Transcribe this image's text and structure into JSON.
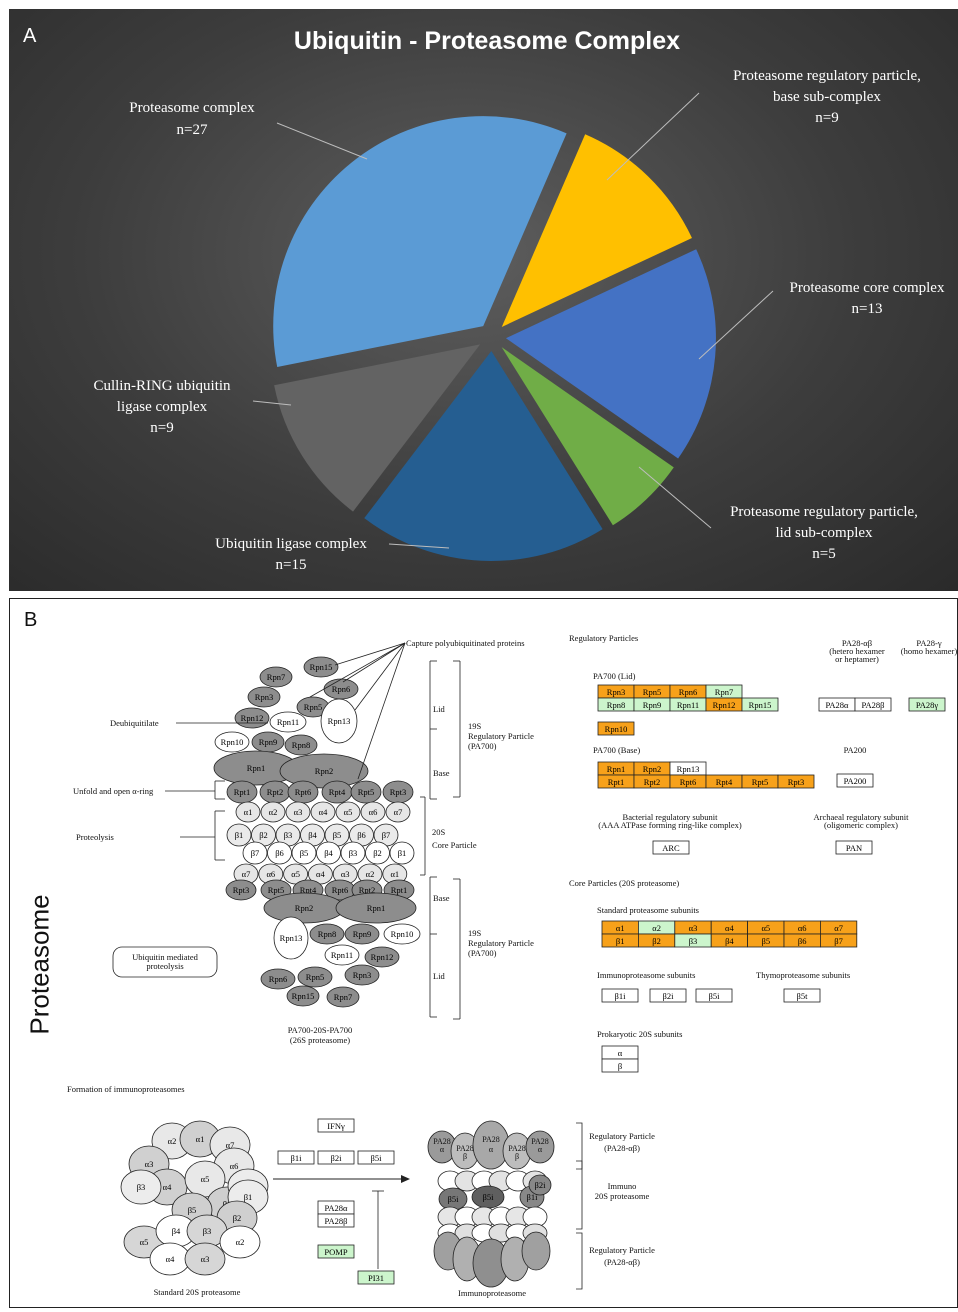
{
  "panel_a": {
    "letter": "A",
    "chart_data": {
      "type": "pie",
      "title": "Ubiquitin  - Proteasome  Complex",
      "slices": [
        {
          "name": "Proteasome regulatory particle, base sub-complex",
          "value": 9,
          "n_label": "n=9",
          "color": "#ffc000"
        },
        {
          "name": "Proteasome core complex",
          "value": 13,
          "n_label": "n=13",
          "color": "#4472c4"
        },
        {
          "name": "Proteasome regulatory particle, lid sub-complex",
          "value": 5,
          "n_label": "n=5",
          "color": "#70ad47"
        },
        {
          "name": "Ubiquitin ligase complex",
          "value": 15,
          "n_label": "n=15",
          "color": "#255e91"
        },
        {
          "name": "Cullin-RING ubiquitin ligase complex",
          "value": 9,
          "n_label": "n=9",
          "color": "#636363"
        },
        {
          "name": "Proteasome complex",
          "value": 27,
          "n_label": "n=27",
          "color": "#5b9bd5"
        }
      ],
      "labels": {
        "base_l1": "Proteasome regulatory particle,",
        "base_l2": "base sub-complex",
        "core_l1": "Proteasome core complex",
        "lid_l1": "Proteasome regulatory particle,",
        "lid_l2": "lid sub-complex",
        "ubl_l1": "Ubiquitin ligase complex",
        "crl_l1": "Cullin-RING ubiquitin",
        "crl_l2": "ligase complex",
        "pc_l1": "Proteasome complex"
      }
    }
  },
  "panel_b": {
    "letter": "B",
    "side_label": "Proteasome",
    "left": {
      "capture": "Capture polyubiquitinated proteins",
      "deubiquitilate": "Deubiquitilate",
      "unfold": "Unfold and open α-ring",
      "proteolysis": "Proteolysis",
      "lid": "Lid",
      "base": "Base",
      "rp_19s": [
        "19S",
        "Regulatory Particle",
        "(PA700)"
      ],
      "cp_20s": [
        "20S",
        "Core Particle"
      ],
      "ubiq_mediated": [
        "Ubiquitin mediated",
        "proteolysis"
      ],
      "caption": [
        "PA700-20S-PA700",
        "(26S proteasome)"
      ],
      "top_cap": [
        "Rpn7",
        "Rpn15",
        "Rpn3",
        "Rpn6",
        "Rpn5",
        "Rpn12",
        "Rpn11",
        "Rpn13",
        "Rpn10",
        "Rpn9",
        "Rpn8",
        "Rpn1",
        "Rpn2"
      ],
      "rpt_top": [
        "Rpt1",
        "Rpt2",
        "Rpt6",
        "Rpt4",
        "Rpt5",
        "Rpt3"
      ],
      "alpha_top": [
        "α1",
        "α2",
        "α3",
        "α4",
        "α5",
        "α6",
        "α7"
      ],
      "beta_top": [
        "β1",
        "β2",
        "β3",
        "β4",
        "β5",
        "β6",
        "β7"
      ],
      "beta_bot": [
        "β7",
        "β6",
        "β5",
        "β4",
        "β3",
        "β2",
        "β1"
      ],
      "alpha_bot": [
        "α7",
        "α6",
        "α5",
        "α4",
        "α3",
        "α2",
        "α1"
      ],
      "rpt_bot": [
        "Rpt3",
        "Rpt5",
        "Rpt4",
        "Rpt6",
        "Rpt2",
        "Rpt1"
      ],
      "bot_cap": [
        "Rpn2",
        "Rpn1",
        "Rpn13",
        "Rpn8",
        "Rpn9",
        "Rpn10",
        "Rpn11",
        "Rpn12",
        "Rpn6",
        "Rpn5",
        "Rpn3",
        "Rpn15",
        "Rpn7"
      ]
    },
    "right": {
      "reg_particles": "Regulatory Particles",
      "pa700_lid": "PA700 (Lid)",
      "lid_row1": [
        "Rpn3",
        "Rpn5",
        "Rpn6",
        "Rpn7"
      ],
      "lid_row2": [
        "Rpn8",
        "Rpn9",
        "Rpn11",
        "Rpn12",
        "Rpn15"
      ],
      "lid_row3": [
        "Rpn10"
      ],
      "pa28ab": [
        "PA28-αβ",
        "(hetero hexamer",
        "or heptamer)"
      ],
      "pa28g": [
        "PA28-γ",
        "(homo hexamer)"
      ],
      "pa28_boxes": [
        "PA28α",
        "PA28β",
        "PA28γ"
      ],
      "pa700_base": "PA700 (Base)",
      "base_row1": [
        "Rpn1",
        "Rpn2",
        "Rpn13"
      ],
      "base_row2": [
        "Rpt1",
        "Rpt2",
        "Rpt6",
        "Rpt4",
        "Rpt5",
        "Rpt3"
      ],
      "pa200": "PA200",
      "bact": [
        "Bacterial regulatory subunit",
        "(AAA ATPase forming ring-like complex)"
      ],
      "arch": [
        "Archaeal regulatory subunit",
        "(oligomeric complex)"
      ],
      "arc": "ARC",
      "pan": "PAN",
      "core_particles": "Core Particles (20S proteasome)",
      "standard": "Standard proteasome subunits",
      "std_alpha": [
        "α1",
        "α2",
        "α3",
        "α4",
        "α5",
        "α6",
        "α7"
      ],
      "std_beta": [
        "β1",
        "β2",
        "β3",
        "β4",
        "β5",
        "β6",
        "β7"
      ],
      "immuno": "Immunoproteasome subunits",
      "immuno_boxes": [
        "β1i",
        "β2i",
        "β5i"
      ],
      "thymo": "Thymoproteasome subunits",
      "thymo_box": "β5t",
      "prok": "Prokaryotic 20S subunits",
      "prok_boxes": [
        "α",
        "β"
      ]
    },
    "bottom": {
      "formation": "Formation of immunoproteasomes",
      "std20s": "Standard 20S proteasome",
      "immunoprot": "Immunoproteasome",
      "ifng": "IFNγ",
      "ib": [
        "β1i",
        "β2i",
        "β5i"
      ],
      "pa28": [
        "PA28α",
        "PA28β"
      ],
      "pomp": "POMP",
      "pi31": "PI31",
      "rp_top": [
        "Regulatory Particle",
        "(PA28-αβ)"
      ],
      "immuno20s": [
        "Immuno",
        "20S proteasome"
      ],
      "rp_bot": [
        "Regulatory Particle",
        "(PA28-αβ)"
      ],
      "std_ring1": [
        "α2",
        "α1",
        "α7",
        "α3",
        "α6",
        "α4",
        "α5"
      ],
      "std_ring2": [
        "β3",
        "β6",
        "β7",
        "β5",
        "β1",
        "β2"
      ],
      "std_ring3": [
        "α5",
        "β4",
        "β3",
        "α4",
        "α3",
        "α2"
      ],
      "imm_top": [
        "PA28",
        "α",
        "PA28",
        "β",
        "PA28",
        "α",
        "PA28",
        "β",
        "PA28",
        "α"
      ],
      "imm_mid": [
        "β5i",
        "β5i",
        "β1i",
        "β2i"
      ]
    }
  }
}
